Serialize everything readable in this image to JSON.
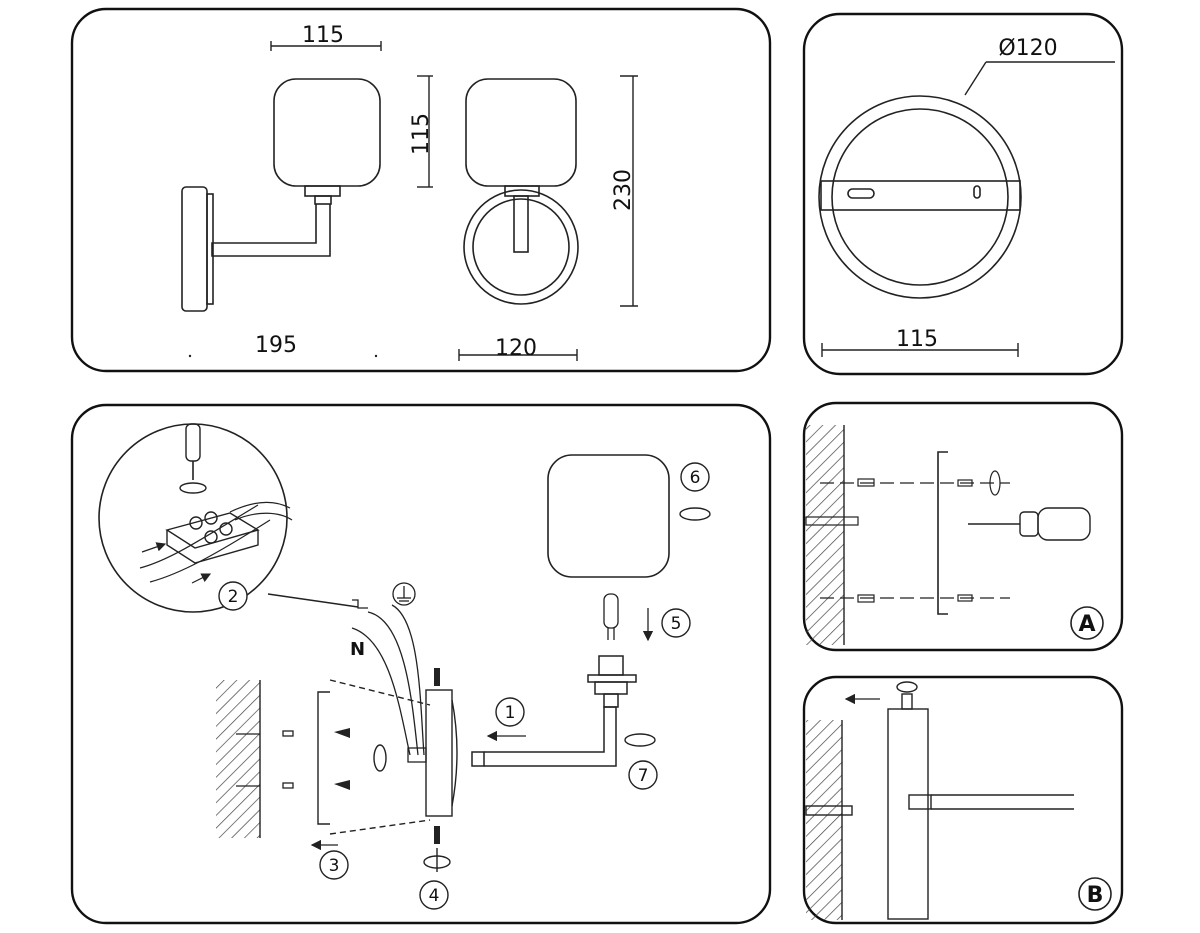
{
  "dimensions": {
    "top_width": "115",
    "shade_height": "115",
    "total_height": "230",
    "depth": "195",
    "front_width": "120",
    "plate_diameter": "Ø120",
    "plate_width": "115"
  },
  "steps": [
    "1",
    "2",
    "3",
    "4",
    "5",
    "6",
    "7"
  ],
  "neutral_label": "N",
  "detail_labels": {
    "a": "A",
    "b": "B"
  }
}
